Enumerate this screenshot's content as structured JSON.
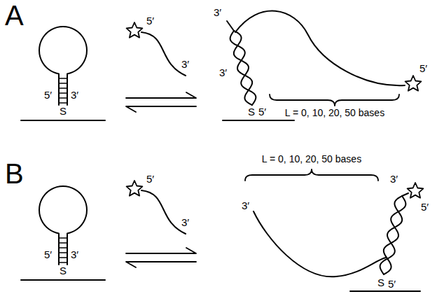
{
  "diagram": {
    "labels": [
      "A",
      "5′",
      "3′",
      "S",
      "5′",
      "3′",
      "3′",
      "3′",
      "5′",
      "L = 0, 10, 20, 50 bases",
      "S",
      "5′",
      "B",
      "5′",
      "3′",
      "S",
      "5′",
      "3′",
      "L = 0, 10, 20, 50 bases",
      "3′",
      "3′",
      "5′",
      "S",
      "5′"
    ]
  }
}
